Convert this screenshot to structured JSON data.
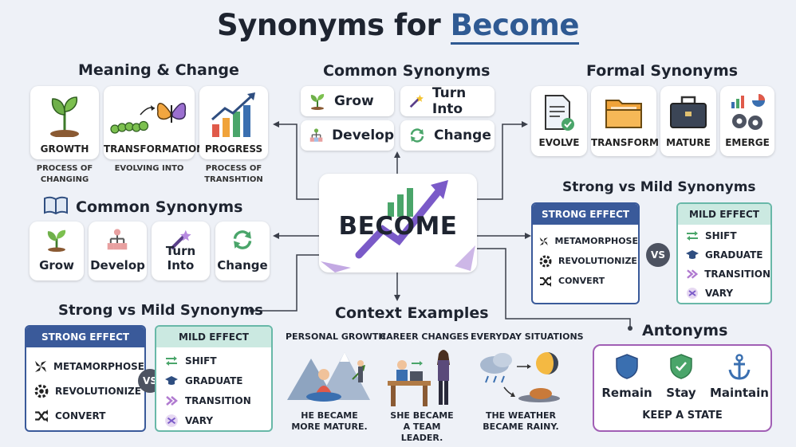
{
  "title": {
    "prefix": "Synonyms for",
    "highlight": "Become"
  },
  "center": {
    "word": "BECOME"
  },
  "meaning_change": {
    "title": "Meaning & Change",
    "cards": [
      {
        "label": "GROWTH",
        "caption": "PROCESS OF CHANGING",
        "icon": "sprout-icon"
      },
      {
        "label": "TRANSFORMATION",
        "caption": "EVOLVING INTO",
        "icon": "caterpillar-butterfly-icon"
      },
      {
        "label": "PROGRESS",
        "caption": "PROCESS OF TRANSHTION",
        "icon": "rising-bars-icon"
      }
    ]
  },
  "common_top": {
    "title": "Common Synonyms",
    "items": [
      {
        "label": "Grow",
        "icon": "sprout-icon"
      },
      {
        "label": "Turn Into",
        "icon": "magic-wand-icon"
      },
      {
        "label": "Develop",
        "icon": "hierarchy-icon"
      },
      {
        "label": "Change",
        "icon": "cycle-arrows-icon"
      }
    ]
  },
  "formal": {
    "title": "Formal Synonyms",
    "cards": [
      {
        "label": "EVOLVE",
        "icon": "document-check-icon"
      },
      {
        "label": "TRANSFORM",
        "icon": "folder-icon"
      },
      {
        "label": "MATURE",
        "icon": "briefcase-icon"
      },
      {
        "label": "EMERGE",
        "icon": "gears-chart-icon"
      }
    ]
  },
  "common_left": {
    "title": "Common Synonyms",
    "items": [
      {
        "label": "Grow",
        "icon": "sprout-icon"
      },
      {
        "label": "Develop",
        "icon": "hierarchy-icon"
      },
      {
        "label": "Turn Into",
        "icon": "magic-wand-icon"
      },
      {
        "label": "Change",
        "icon": "cycle-arrows-icon"
      }
    ]
  },
  "strong_mild_right": {
    "title": "Strong vs Mild Synonyms",
    "strong_head": "STRONG EFFECT",
    "mild_head": "MILD EFFECT",
    "vs": "VS",
    "strong": [
      "METAMORPHOSE",
      "REVOLUTIONIZE",
      "CONVERT"
    ],
    "mild": [
      "SHIFT",
      "GRADUATE",
      "TRANSITION",
      "VARY"
    ]
  },
  "strong_mild_left": {
    "title": "Strong vs Mild Synonyms",
    "strong_head": "STRONG EFFECT",
    "mild_head": "MILD EFFECT",
    "vs": "VS",
    "strong": [
      "METAMORPHOSE",
      "REVOLUTIONIZE",
      "CONVERT"
    ],
    "mild": [
      "SHIFT",
      "GRADUATE",
      "TRANSITION",
      "VARY"
    ]
  },
  "context": {
    "title": "Context Examples",
    "items": [
      {
        "head": "PERSONAL GROWTH",
        "caption1": "HE BECAME",
        "caption2": "MORE MATURE."
      },
      {
        "head": "CAREER CHANGES",
        "caption1": "SHE BECAME",
        "caption2": "A TEAM LEADER."
      },
      {
        "head": "EVERYDAY SITUATIONS",
        "caption1": "THE WEATHER",
        "caption2": "BECAME RAINY."
      }
    ]
  },
  "antonyms": {
    "title": "Antonyms",
    "items": [
      {
        "label": "Remain",
        "icon": "shield-icon"
      },
      {
        "label": "Stay",
        "icon": "shield-check-icon"
      },
      {
        "label": "Maintain",
        "icon": "anchor-icon"
      }
    ],
    "footer": "KEEP A STATE"
  },
  "colors": {
    "strong": "#3a5a9a",
    "mild": "#68b8a8",
    "accent": "#2f5a93",
    "antonym_border": "#a15fb5"
  }
}
